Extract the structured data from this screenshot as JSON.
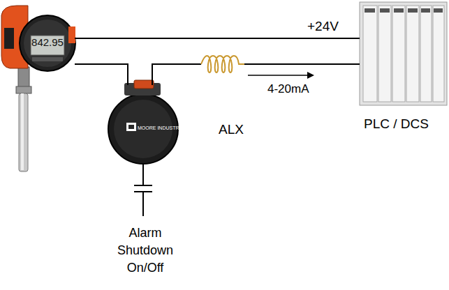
{
  "diagram": {
    "nodes": [
      {
        "text": [
          "842.95"
        ]
      },
      {
        "text": [
          "MOORE INDUSTRIES",
          "ALX"
        ]
      },
      {
        "text": [
          "PLC / DCS"
        ]
      }
    ],
    "edges": [
      {
        "from": 0,
        "to": 2,
        "arrow": "none",
        "label": "+24V"
      },
      {
        "from": 0,
        "to": 1,
        "arrow": "none"
      },
      {
        "from": 1,
        "to": 2,
        "arrow": "none",
        "label": "4-20mA"
      }
    ],
    "labels": [
      "Alarm Shutdown On/Off"
    ]
  }
}
